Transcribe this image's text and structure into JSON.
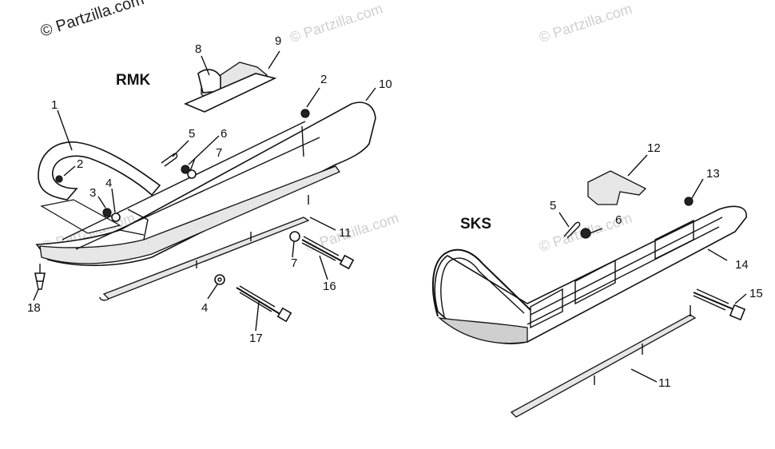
{
  "watermark": {
    "main": "© Partzilla.com",
    "faint": "© Partzilla.com"
  },
  "rmk": {
    "title": "RMK",
    "labels": {
      "1": "1",
      "2a": "2",
      "2b": "2",
      "3": "3",
      "4a": "4",
      "4b": "4",
      "5": "5",
      "6": "6",
      "7a": "7",
      "7b": "7",
      "8": "8",
      "9": "9",
      "10": "10",
      "11": "11",
      "16": "16",
      "17": "17",
      "18": "18"
    }
  },
  "sks": {
    "title": "SKS",
    "labels": {
      "5": "5",
      "6": "6",
      "11": "11",
      "12": "12",
      "13": "13",
      "14": "14",
      "15": "15"
    }
  }
}
